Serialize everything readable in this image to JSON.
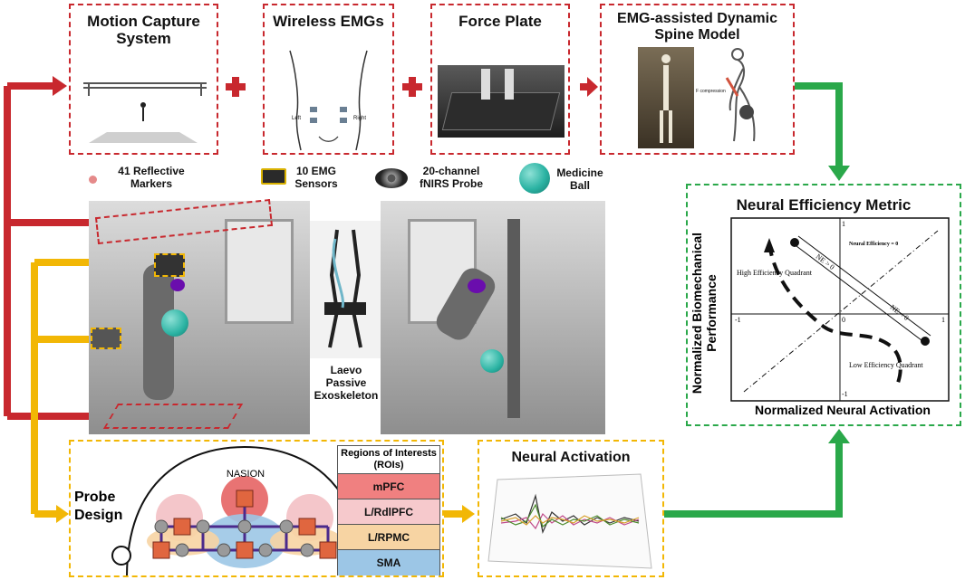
{
  "top_row": {
    "mocap_title": "Motion Capture System",
    "emg_title": "Wireless EMGs",
    "force_title": "Force Plate",
    "spine_title": "EMG-assisted Dynamic Spine Model",
    "emg_tags": [
      "Left",
      "Right"
    ],
    "spine_force_label": "F compression"
  },
  "legend": {
    "markers": "41 Reflective Markers",
    "emg": "10 EMG Sensors",
    "fnirs": "20-channel fNIRS Probe",
    "ball": "Medicine Ball"
  },
  "exo_label": "Laevo Passive Exoskeleton",
  "probe": {
    "title": "Probe Design",
    "nasion": "NASION",
    "roi_header": "Regions of Interests (ROIs)",
    "rois": [
      {
        "name": "mPFC",
        "color": "#f08080"
      },
      {
        "name": "L/RdlPFC",
        "color": "#f6c9cc"
      },
      {
        "name": "L/RPMC",
        "color": "#f7d4a3"
      },
      {
        "name": "SMA",
        "color": "#9cc6e6"
      }
    ]
  },
  "neural_activation": {
    "title": "Neural Activation"
  },
  "neural_efficiency": {
    "title": "Neural Efficiency Metric",
    "ylabel": "Normalized Biomechanical Performance",
    "xlabel": "Normalized Neural Activation",
    "ticks": {
      "x_neg": "-1",
      "x_pos": "1",
      "y_pos": "1",
      "y_neg": "-1",
      "origin": "0"
    },
    "ne_zero": "Neural Efficiency = 0",
    "ne_pos": "NE > 0",
    "ne_neg": "NE < 0",
    "high": "High Efficiency Quadrant",
    "low": "Low Efficiency Quadrant"
  },
  "colors": {
    "red": "#c8282e",
    "yellow": "#f2b705",
    "green": "#2aa84a",
    "purple": "#6a0dad",
    "teal": "#2bb3a3"
  }
}
